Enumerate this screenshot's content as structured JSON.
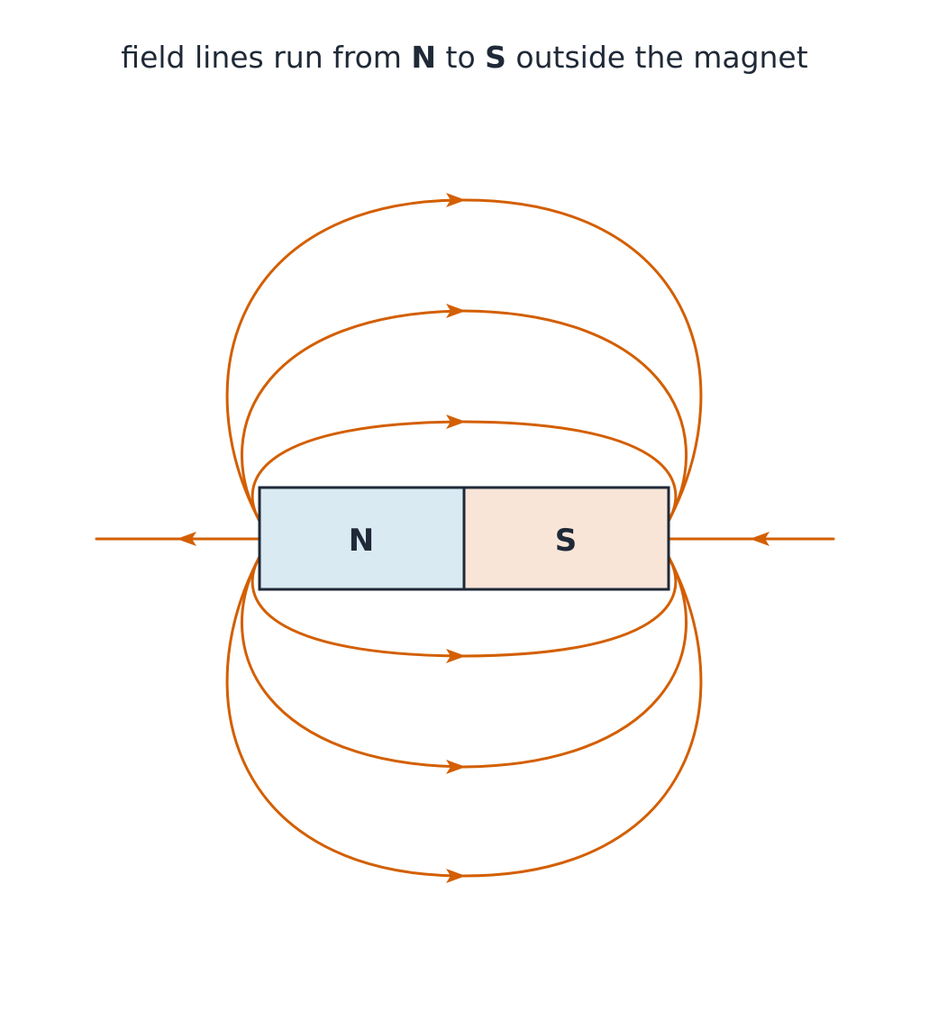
{
  "title": {
    "part1": "field lines run from ",
    "north": "N",
    "part2": " to ",
    "south": "S",
    "part3": " outside the magnet"
  },
  "magnet": {
    "north_label": "N",
    "south_label": "S",
    "north_color": "#daeaf3",
    "south_color": "#f8e5d8",
    "outline_color": "#1f2937"
  },
  "field_lines": {
    "color": "#d35f00",
    "direction": "N-to-S"
  }
}
